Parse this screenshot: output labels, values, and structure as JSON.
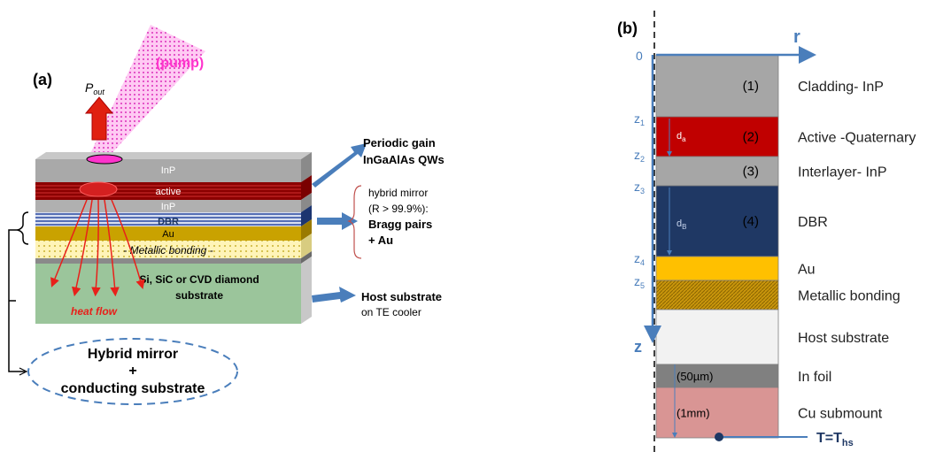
{
  "panel_a": {
    "label": "(a)",
    "pump": "(pump)",
    "pout_main": "P",
    "pout_sub": "out",
    "layers": {
      "inp_top": "InP",
      "active": "active",
      "inp_mid": "InP",
      "dbr": "DBR",
      "au": "Au",
      "bonding": "- Metallic bonding -",
      "substrate_line1": "Si, SiC or CVD diamond",
      "substrate_line2": "substrate"
    },
    "heat_flow": "heat flow",
    "callouts": {
      "gain_line1": "Periodic gain",
      "gain_line2": "InGaAlAs QWs",
      "mirror_line1": "hybrid mirror",
      "mirror_line2": "(R > 99.9%):",
      "mirror_line3": "Bragg pairs",
      "mirror_line4": "+ Au",
      "host_line1": "Host substrate",
      "host_line2": "on TE cooler"
    },
    "ellipse_line1": "Hybrid mirror",
    "ellipse_line2": "+",
    "ellipse_line3": "conducting substrate"
  },
  "panel_b": {
    "label": "(b)",
    "r_axis": "r",
    "z_axis": "z",
    "origin": "0",
    "z_labels": [
      "z1",
      "z2",
      "z3",
      "z4",
      "z5"
    ],
    "d_labels": [
      "da",
      "dB"
    ],
    "layers": [
      {
        "num": "(1)",
        "name": "Cladding- InP",
        "color": "#a6a6a6"
      },
      {
        "num": "(2)",
        "name": "Active -Quaternary",
        "color": "#c00000"
      },
      {
        "num": "(3)",
        "name": "Interlayer- InP",
        "color": "#a6a6a6"
      },
      {
        "num": "(4)",
        "name": "DBR",
        "color": "#1f3864"
      },
      {
        "num": "",
        "name": "Au",
        "color": "#ffc000"
      },
      {
        "num": "",
        "name": "Metallic bonding",
        "color": "#c9960c"
      },
      {
        "num": "",
        "name": "Host substrate",
        "color": "#f2f2f2"
      },
      {
        "num": "(50µm)",
        "name": "In foil",
        "color": "#808080"
      },
      {
        "num": "(1mm)",
        "name": "Cu submount",
        "color": "#d99594"
      }
    ],
    "boundary": "T=T",
    "boundary_sub": "hs"
  },
  "colors": {
    "arrow_blue": "#4a7ebb",
    "pump_pink": "#ff33cc",
    "heat_red": "#e8201a",
    "substrate_green": "#9bc59b"
  }
}
